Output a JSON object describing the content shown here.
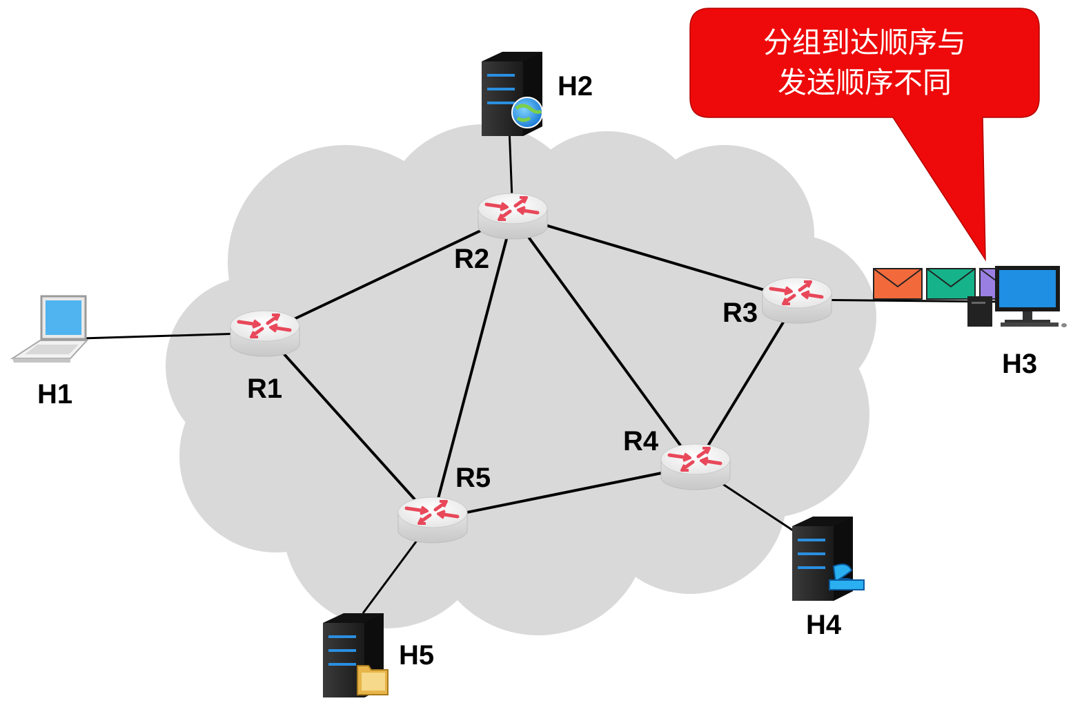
{
  "callout": {
    "line1": "分组到达顺序与",
    "line2": "发送顺序不同",
    "color": "#ee0a0a"
  },
  "routers": [
    {
      "id": "R1",
      "label": "R1"
    },
    {
      "id": "R2",
      "label": "R2"
    },
    {
      "id": "R3",
      "label": "R3"
    },
    {
      "id": "R4",
      "label": "R4"
    },
    {
      "id": "R5",
      "label": "R5"
    }
  ],
  "hosts": [
    {
      "id": "H1",
      "label": "H1",
      "icon": "laptop-icon"
    },
    {
      "id": "H2",
      "label": "H2",
      "icon": "web-server-icon"
    },
    {
      "id": "H3",
      "label": "H3",
      "icon": "desktop-computer-icon"
    },
    {
      "id": "H4",
      "label": "H4",
      "icon": "video-server-icon"
    },
    {
      "id": "H5",
      "label": "H5",
      "icon": "file-server-icon"
    }
  ],
  "links": [
    [
      "H1",
      "R1"
    ],
    [
      "H2",
      "R2"
    ],
    [
      "R1",
      "R2"
    ],
    [
      "R1",
      "R5"
    ],
    [
      "R2",
      "R3"
    ],
    [
      "R2",
      "R5"
    ],
    [
      "R2",
      "R4"
    ],
    [
      "R3",
      "R4"
    ],
    [
      "R5",
      "R4"
    ],
    [
      "R3",
      "H3"
    ],
    [
      "R4",
      "H4"
    ],
    [
      "R5",
      "H5"
    ]
  ],
  "packets": [
    {
      "name": "packet-orange",
      "color": "#f26a3c"
    },
    {
      "name": "packet-teal",
      "color": "#16b38a"
    },
    {
      "name": "packet-purple",
      "color": "#9a7fe3"
    }
  ],
  "colors": {
    "cloud": "#d9d9d9",
    "router_arrow": "#e8485a",
    "link": "#000000"
  }
}
